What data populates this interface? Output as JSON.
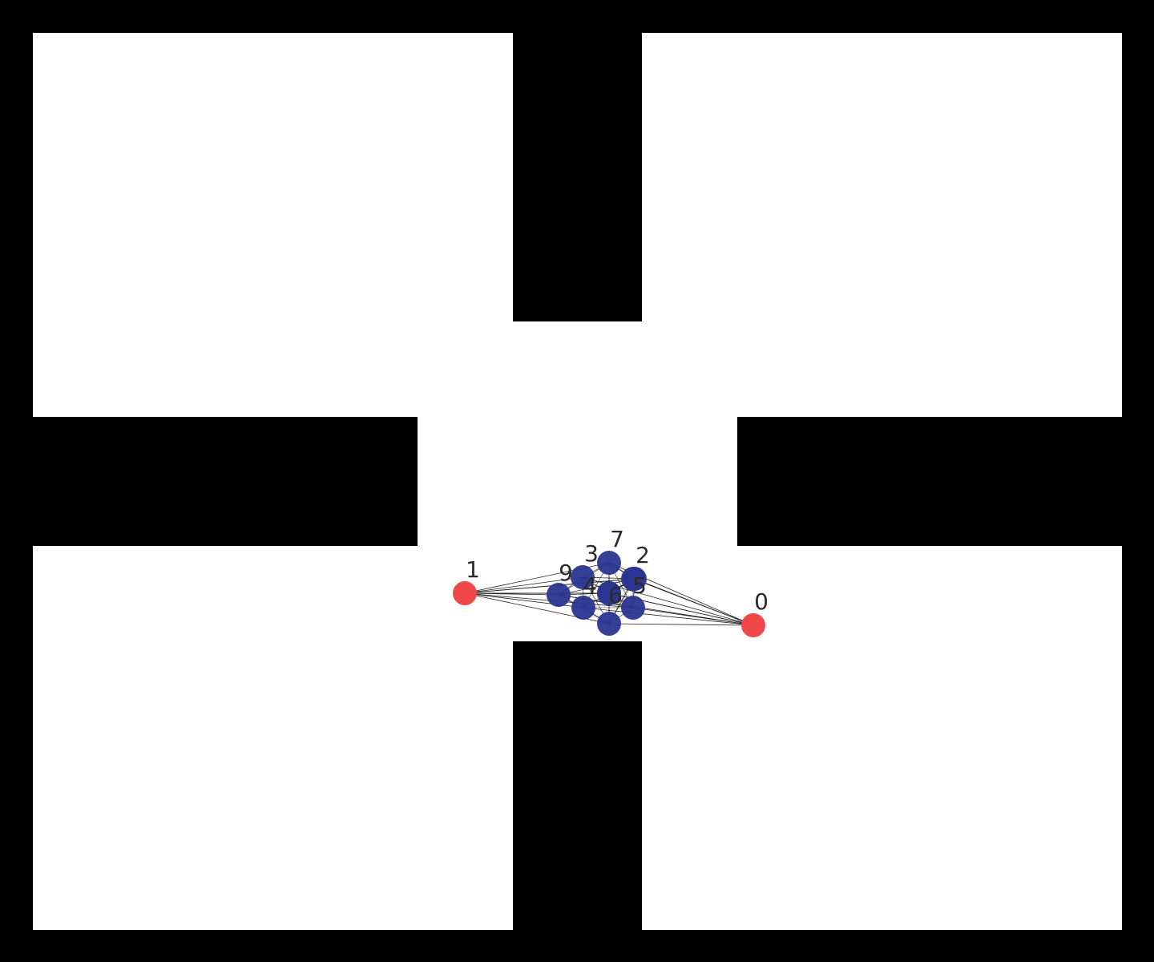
{
  "colors": {
    "wall": "#000000",
    "floor": "#ffffff",
    "anchor_agent": "#f04848",
    "swarm_agent": "#2b3590",
    "link": "#222222",
    "label": "#2a2a2a"
  },
  "anchors": [
    {
      "id": "0",
      "label": "0",
      "role": "anchor"
    },
    {
      "id": "1",
      "label": "1",
      "role": "anchor"
    }
  ],
  "swarm": [
    {
      "id": "s-7",
      "label": "7"
    },
    {
      "id": "s-3",
      "label": "3"
    },
    {
      "id": "s-2",
      "label": "2"
    },
    {
      "id": "s-9",
      "label": "9"
    },
    {
      "id": "s-4",
      "label": "4"
    },
    {
      "id": "s-6",
      "label": "6"
    },
    {
      "id": "s-5",
      "label": "5"
    },
    {
      "id": "s-a",
      "label": ""
    },
    {
      "id": "s-b",
      "label": ""
    },
    {
      "id": "s-c",
      "label": ""
    }
  ]
}
